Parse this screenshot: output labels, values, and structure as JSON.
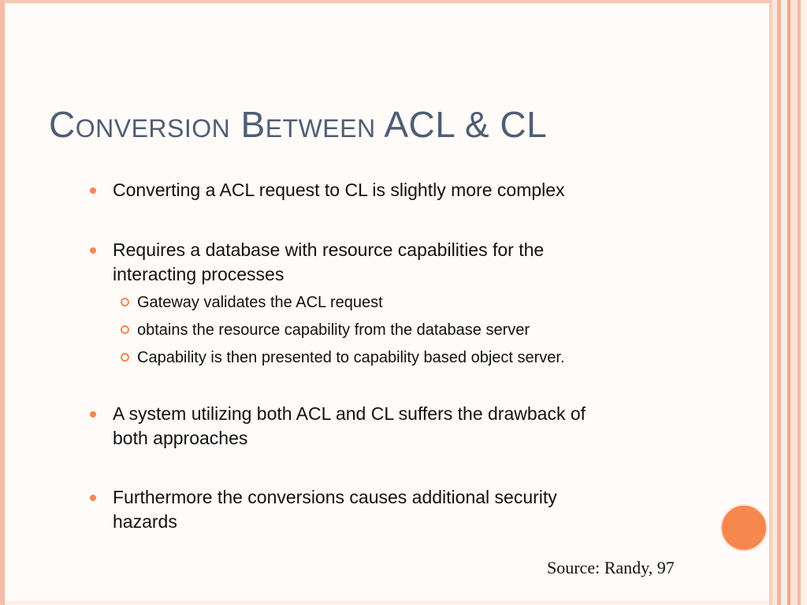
{
  "slide": {
    "title": "Conversion Between ACL & CL",
    "bullets": [
      {
        "text": "Converting a ACL request to CL is slightly more complex"
      },
      {
        "line1": "Requires a database with resource capabilities for the",
        "line2": "interacting processes"
      },
      {
        "line1": "A system utilizing both ACL and CL suffers the drawback of",
        "line2": "both approaches"
      },
      {
        "line1": "Furthermore the conversions causes additional security",
        "line2": "hazards"
      }
    ],
    "sub_bullets": [
      "Gateway  validates the ACL request",
      "obtains the resource capability from the database server",
      "Capability is then presented to capability based object server."
    ],
    "source": "Source: Randy, 97"
  },
  "colors": {
    "accent": "#f6874d",
    "title": "#4f5e73",
    "text": "#111111",
    "background": "#fefbf9"
  }
}
